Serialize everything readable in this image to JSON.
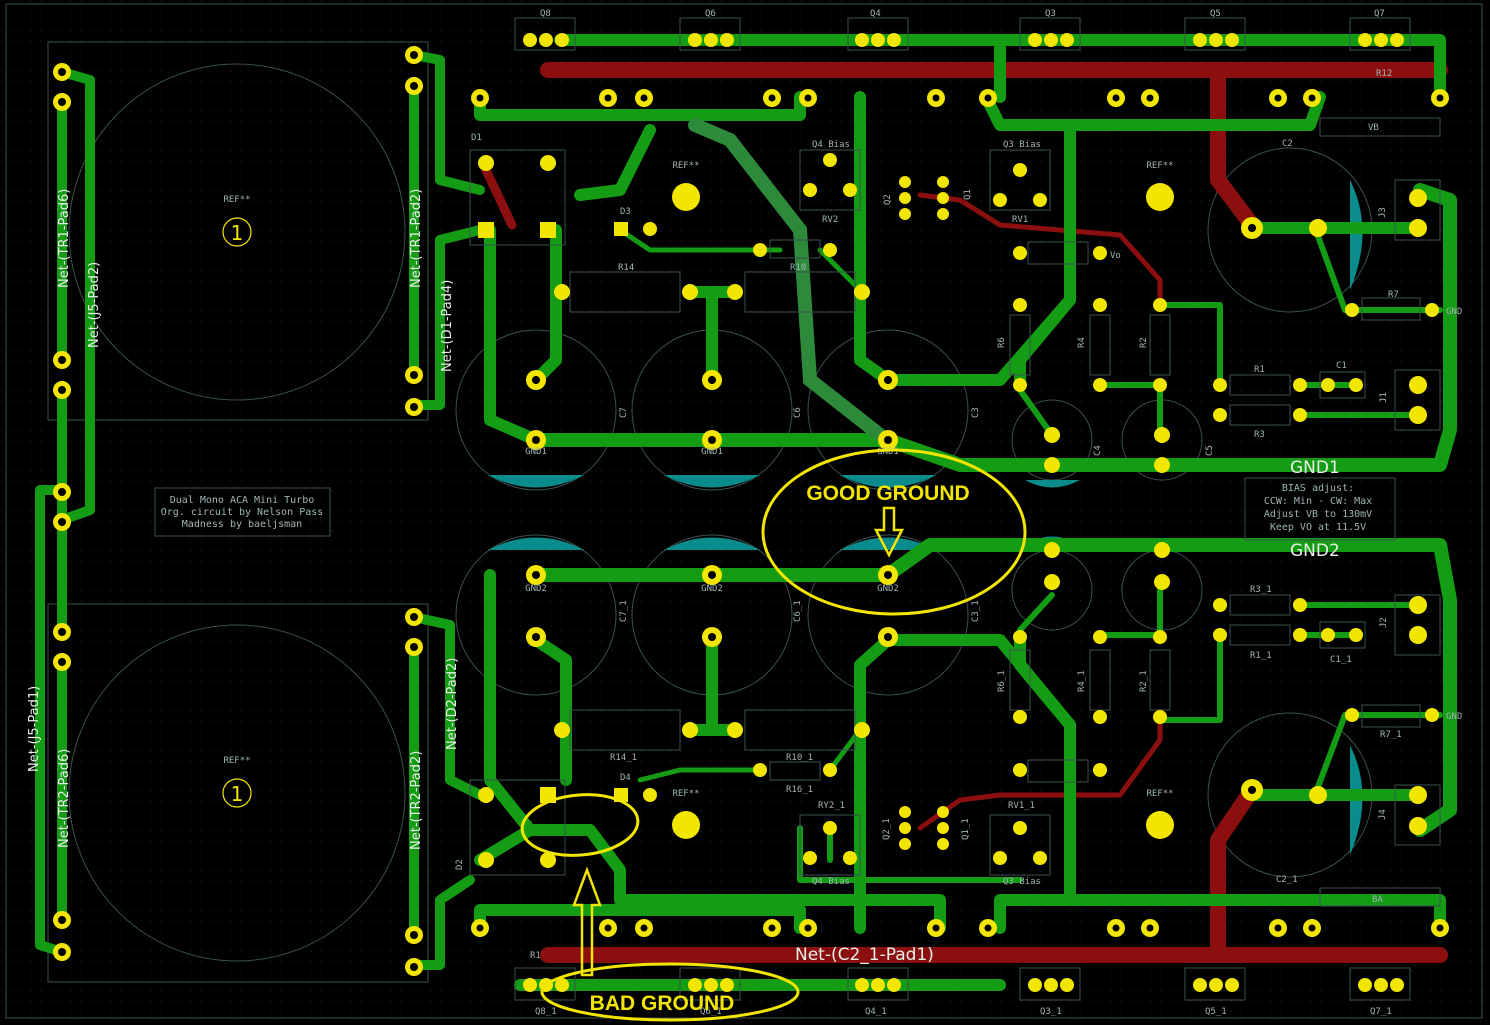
{
  "board": {
    "transformer_nets": [
      "Net-(TR1-Pad6)",
      "Net-(J5-Pad2)",
      "Net-(TR1-Pad2)",
      "Net-(D1-Pad4)",
      "Net-(J5-Pad1)",
      "Net-(TR2-Pad6)",
      "Net-(TR2-Pad2)",
      "Net-(D2-Pad2)"
    ],
    "ref_labels": [
      "REF**",
      "REF**",
      "REF**",
      "REF**",
      "REF**",
      "REF**"
    ],
    "pad_number": "1",
    "credits": [
      "Dual Mono ACA Mini Turbo",
      "Org. circuit by Nelson Pass",
      "Madness by baeljsman"
    ],
    "bias_note": [
      "BIAS adjust:",
      "CCW: Min - CW: Max",
      "Adjust VB to 130mV",
      "Keep VO at 11.5V"
    ],
    "gnd1_label": "GND1",
    "gnd2_label": "GND2",
    "net_c2_label": "Net-(C2_1-Pad1)",
    "components_top": [
      "Q8",
      "Q6",
      "Q4",
      "Q3",
      "Q5",
      "Q7",
      "D1",
      "D3",
      "R14",
      "R10",
      "Q4 Bias",
      "RV2",
      "Q2",
      "Q1",
      "Q3 Bias",
      "RV1",
      "Vo",
      "VB",
      "C2",
      "J3",
      "R7",
      "GND",
      "R6",
      "R4",
      "R2",
      "R1",
      "C1",
      "R3",
      "J1",
      "C7",
      "C6",
      "C3",
      "C4",
      "C5",
      "R12"
    ],
    "components_bottom": [
      "C7_1",
      "C6_1",
      "C3_1",
      "R3_1",
      "R1_1",
      "C1_1",
      "J2",
      "R6_1",
      "R4_1",
      "R2_1",
      "R7_1",
      "GND",
      "D2",
      "R14_1",
      "R10_1",
      "R16_1",
      "D4",
      "RY2_1",
      "Q2_1",
      "Q1_1",
      "RV1_1",
      "Q4 Bias",
      "Q3 Bias",
      "C2_1",
      "J4",
      "BA",
      "R1",
      "Q8_1",
      "Q6_1",
      "Q4_1",
      "Q3_1",
      "Q5_1",
      "Q7_1"
    ],
    "gnd_pads": [
      "GND1",
      "GND1",
      "GND1",
      "GND2",
      "GND2",
      "GND2"
    ]
  },
  "annotations": {
    "good_ground": "GOOD GROUND",
    "bad_ground": "BAD GROUND"
  },
  "colors": {
    "background": "#000000",
    "copper_front": "#149c14",
    "copper_back": "#8c0f0f",
    "pad": "#f2e600",
    "silkscreen": "#9fb4b4",
    "capacitor_fill": "#0a8c8c",
    "annotation": "#f2e600"
  }
}
